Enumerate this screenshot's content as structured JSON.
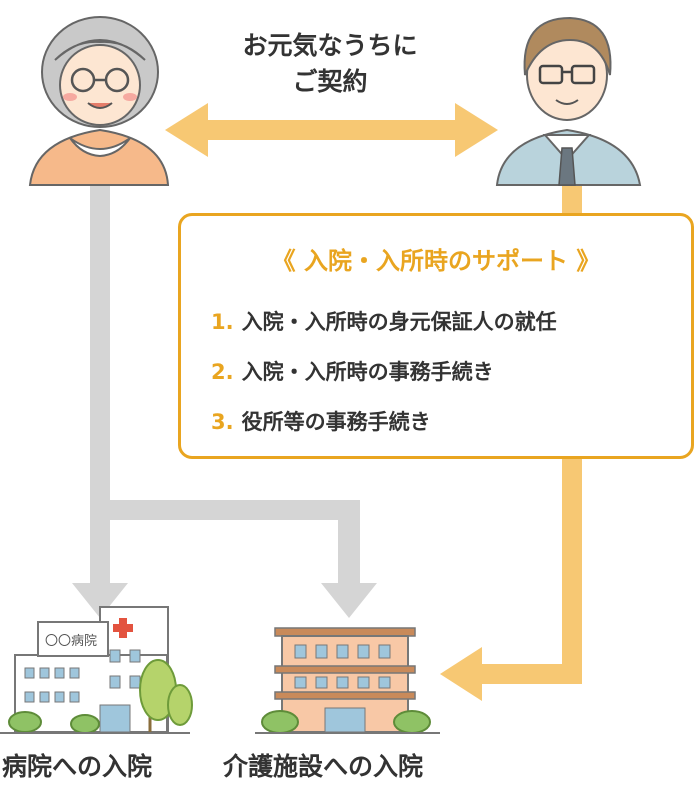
{
  "contract": {
    "line1": "お元気なうちに",
    "line2": "ご契約"
  },
  "support": {
    "title": "《 入院・入所時のサポート 》",
    "items": [
      {
        "num": "1.",
        "text": "入院・入所時の身元保証人の就任"
      },
      {
        "num": "2.",
        "text": "入院・入所時の事務手続き"
      },
      {
        "num": "3.",
        "text": "役所等の事務手続き"
      }
    ]
  },
  "destinations": {
    "hospital": "病院への入院",
    "care": "介護施設への入院"
  },
  "hospital_sign": "〇〇病院",
  "colors": {
    "orange": "#e9a520",
    "light_orange": "#f7c873",
    "gray": "#d3d3d3"
  }
}
